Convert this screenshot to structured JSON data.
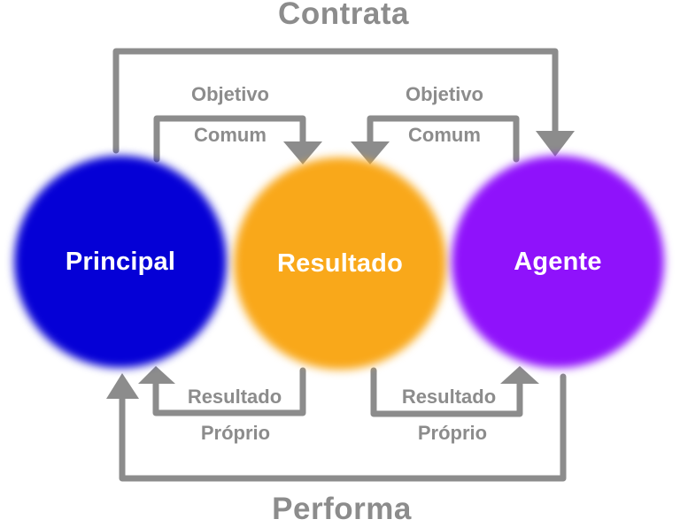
{
  "diagram": {
    "title_top": "Contrata",
    "title_bottom": "Performa",
    "nodes": [
      {
        "id": "principal",
        "label": "Principal",
        "color": "#0500d6"
      },
      {
        "id": "resultado",
        "label": "Resultado",
        "color": "#f9a81a"
      },
      {
        "id": "agente",
        "label": "Agente",
        "color": "#8f12fb"
      }
    ],
    "connectors": {
      "top_left": {
        "line1": "Objetivo",
        "line2": "Comum"
      },
      "top_right": {
        "line1": "Objetivo",
        "line2": "Comum"
      },
      "bottom_left": {
        "line1": "Resultado",
        "line2": "Próprio"
      },
      "bottom_right": {
        "line1": "Resultado",
        "line2": "Próprio"
      }
    },
    "line_color": "#8c8c8c"
  }
}
